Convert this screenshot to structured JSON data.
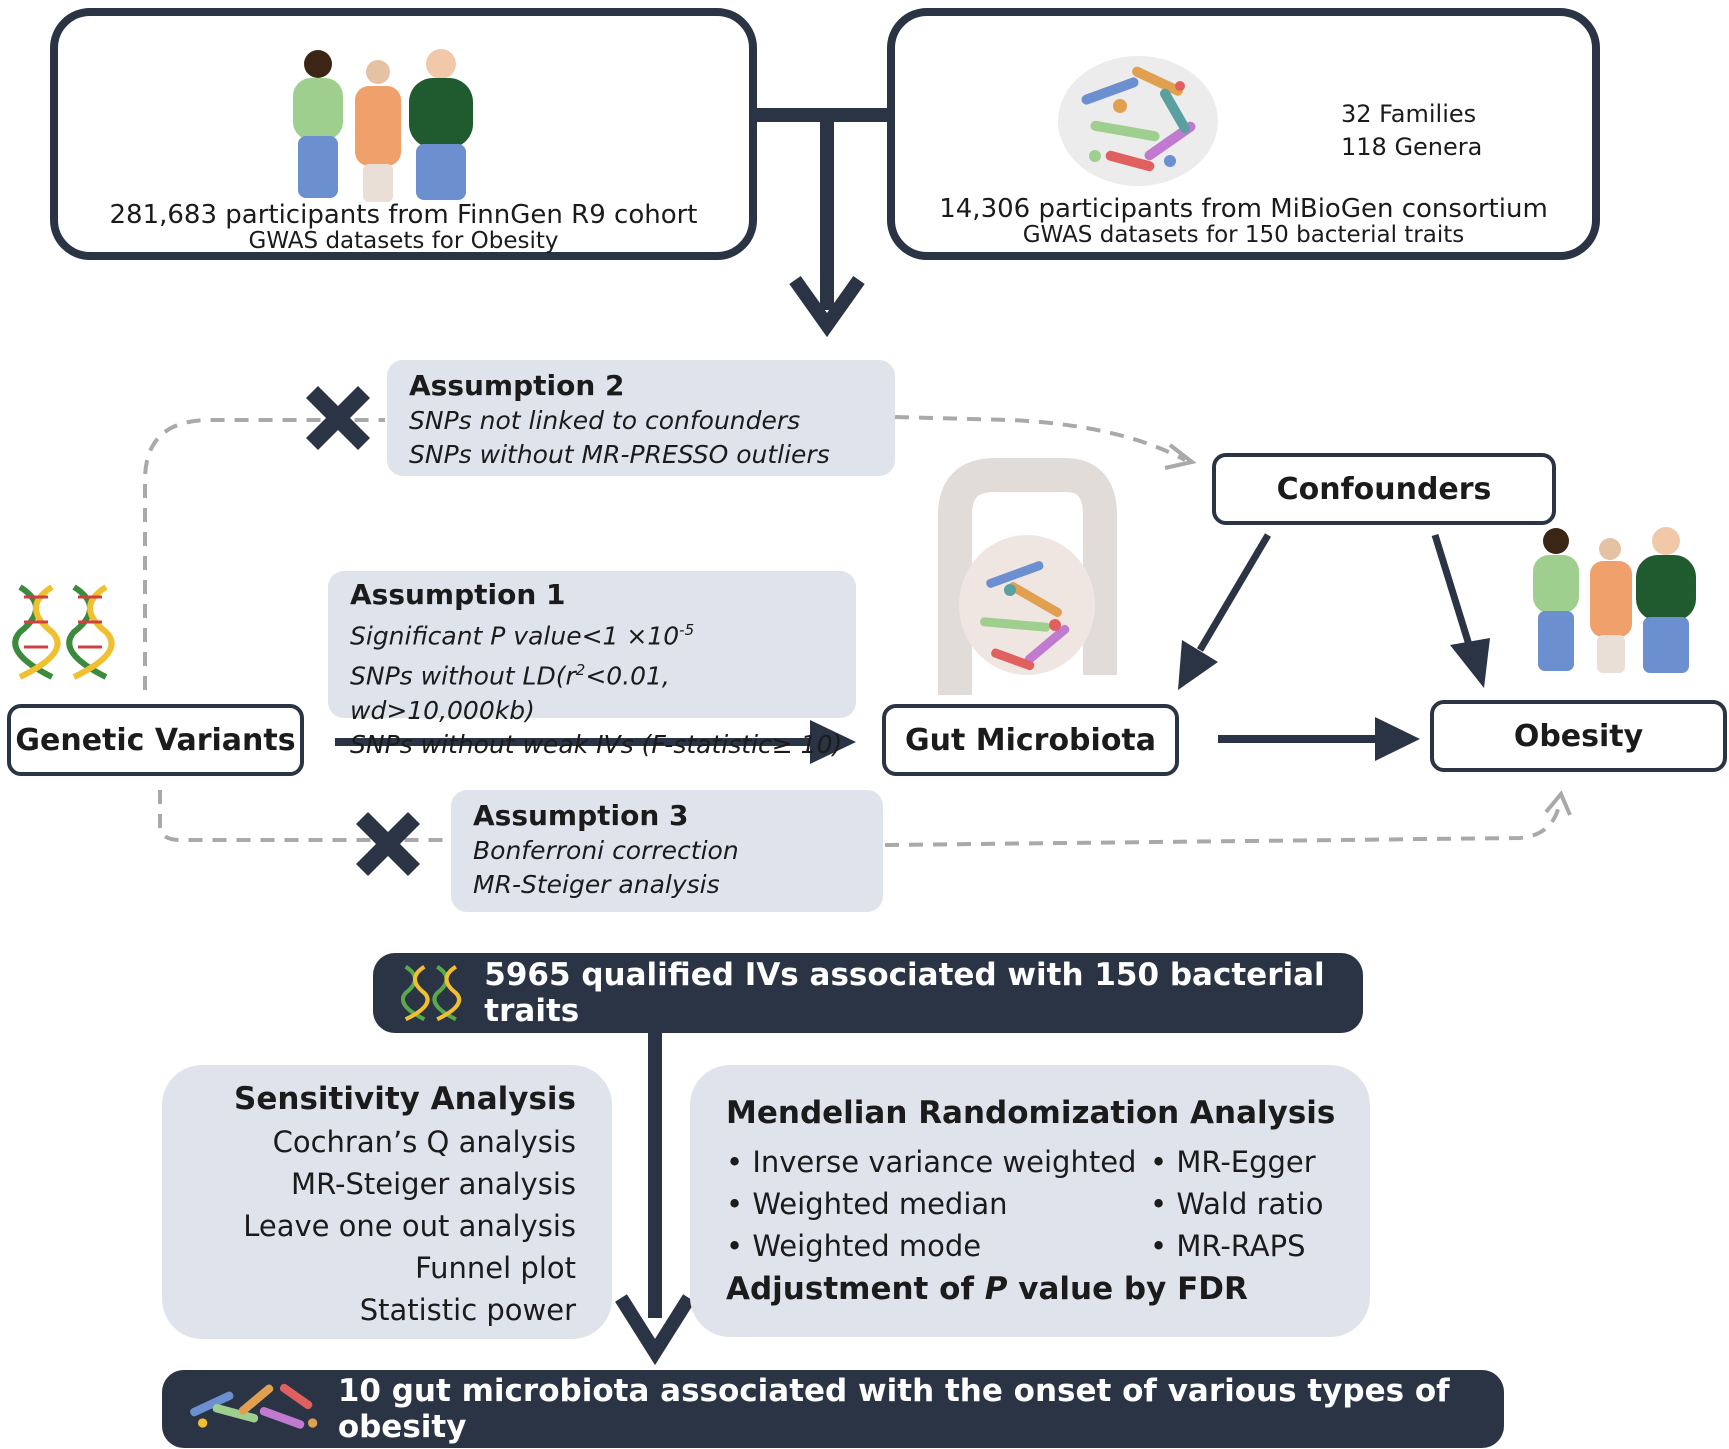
{
  "obesity_source": {
    "line1": "281,683 participants from FinnGen R9 cohort",
    "line2": "GWAS datasets for Obesity"
  },
  "microbiome_source": {
    "families": "32 Families",
    "genera": "118 Genera",
    "line1": "14,306 participants from  MiBioGen consortium",
    "line2": "GWAS datasets for  150 bacterial traits"
  },
  "assumption2": {
    "title": "Assumption 2",
    "items": [
      "SNPs not linked to confounders",
      "SNPs without MR-PRESSO outliers"
    ]
  },
  "assumption1": {
    "title": "Assumption 1",
    "item1_prefix": "Significant P value<1 ×10",
    "item1_sup": "-5",
    "item2_prefix": "SNPs without LD(r",
    "item2_sup": "2",
    "item2_suffix": "<0.01, wd>10,000kb)",
    "item3": "SNPs without weak IVs (F-statistic≥ 10)"
  },
  "assumption3": {
    "title": "Assumption 3",
    "items": [
      "Bonferroni correction",
      "MR-Steiger analysis"
    ]
  },
  "nodes": {
    "confounders": "Confounders",
    "genetic_variants": "Genetic Variants",
    "gut_microbiota": "Gut Microbiota",
    "obesity": "Obesity"
  },
  "qualified_ivs": "5965 qualified IVs associated with 150 bacterial traits",
  "sensitivity": {
    "title": "Sensitivity Analysis",
    "items": [
      "Cochran’s Q analysis",
      "MR-Steiger analysis",
      "Leave one out analysis",
      "Funnel plot",
      "Statistic power"
    ]
  },
  "mr_analysis": {
    "title": "Mendelian Randomization Analysis",
    "left_items": [
      "• Inverse variance weighted",
      "• Weighted median",
      "• Weighted mode"
    ],
    "right_items": [
      "• MR-Egger",
      "• Wald ratio",
      "• MR-RAPS"
    ],
    "adjust_prefix": "Adjustment of ",
    "adjust_p": "P",
    "adjust_suffix": " value by FDR"
  },
  "result": "10 gut microbiota associated with the onset of various types of obesity",
  "colors": {
    "navy": "#2a3445",
    "panel_gray": "#dfe4ec",
    "dashed": "#a9a9a9"
  }
}
